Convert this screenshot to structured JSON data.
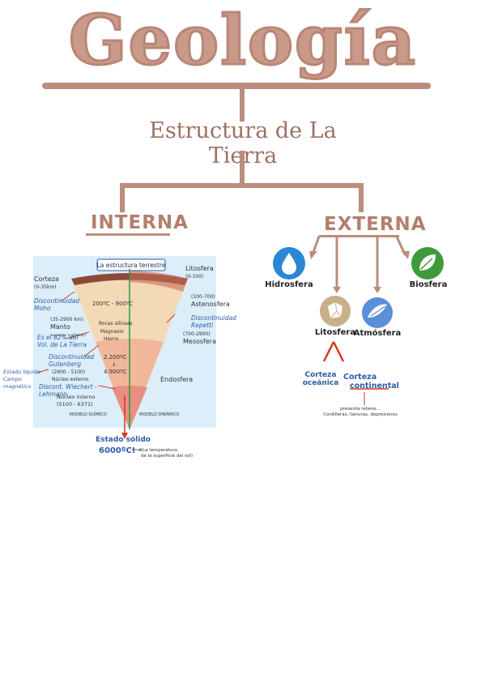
{
  "title": "Geología",
  "subtitle": "Estructura de La Tierra",
  "interna": {
    "heading": "INTERNA",
    "diagram_title": "La estructura terrestre",
    "left_labels": {
      "corteza": "Corteza",
      "corteza_km": "(0-35km)",
      "disc_moho": "Discontinuidad Moho",
      "manto_km": "(35-2900 km)",
      "manto": "Manto",
      "manto_note": "(superior e inferior)",
      "vol_note": "Es el 82% del Vol. de La Tierra",
      "disc_gutenberg": "Discontinuidad Gutenberg",
      "nucleo_ext_km": "(2900 - 5100)",
      "nucleo_ext": "Núcleo externo",
      "disc_wiechert": "Discont. Wiechert - Lehmann",
      "nucleo_int": "Núcleo interno",
      "nucleo_int_km": "(5100 - 6371)",
      "estado_liquido": "Estado líquido",
      "campo_magnetico": "Campo magnético"
    },
    "right_labels": {
      "litosfera": "Litosfera",
      "litosfera_km": "(0-100)",
      "astenosfera_km": "(100-700)",
      "astenosfera": "Astenosfera",
      "disc_repetti": "Discontinuidad Repetti",
      "mesosfera_km": "(700-2900)",
      "mesosfera": "Mesosfera",
      "endosfera": "Endosfera"
    },
    "inside_labels": {
      "temp_manto": "200ºC - 900ºC",
      "rocas": "Rocas silíceas",
      "magnesio": "Magnesio",
      "hierro": "Hierro",
      "temp_nucleo_a": "2.200ºC",
      "temp_nucleo_sep": "↓",
      "temp_nucleo_b": "4.900ºC"
    },
    "footer_left": "MODELO QUÍMICO",
    "footer_right": "MODELO DINÁMICO",
    "estado_solido": "Estado sólido",
    "temp_centro": "6000ºC!",
    "temp_note_a": "(La temperatura",
    "temp_note_b": "de la superficie del sol)"
  },
  "externa": {
    "heading": "EXTERNA",
    "hidrosfera": "Hidrosfera",
    "biosfera": "Biosfera",
    "litosfera": "Litosfera",
    "atmosfera": "Atmósfera",
    "corteza_oceanica_a": "Corteza",
    "corteza_oceanica_b": "oceánica",
    "corteza_continental_a": "Corteza",
    "corteza_continental_b": "continental",
    "relieve_a": "presenta relieve...",
    "relieve_b": "Cordilleras, llanuras, depresiones"
  },
  "colors": {
    "brown": "#bb8d7c",
    "title": "#c9998a",
    "blue": "#2f5ca8",
    "water": "#2d86d4",
    "leaf": "#3e9b3c",
    "air": "#5b8fd9",
    "rock": "#c8b088",
    "red": "#d23a22"
  }
}
